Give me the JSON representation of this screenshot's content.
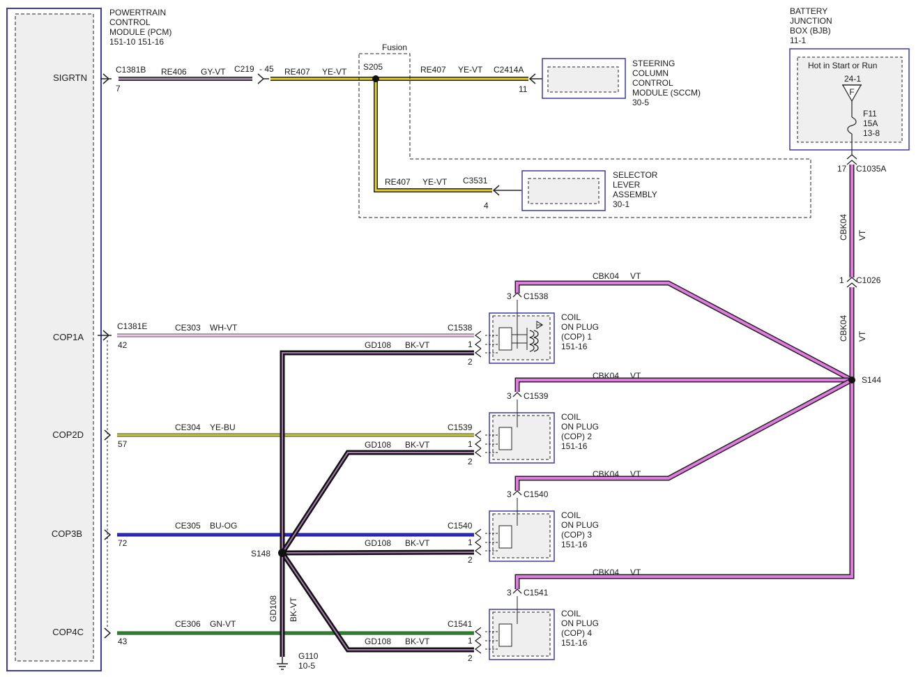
{
  "pcm": {
    "title_lines": [
      "POWERTRAIN",
      "CONTROL",
      "MODULE (PCM)",
      "151-10  151-16"
    ],
    "pins": {
      "sigrtn": {
        "name": "SIGRTN",
        "connector": "C1381B",
        "pin": "7"
      },
      "cop1a": {
        "name": "COP1A",
        "connector": "C1381E",
        "pin": "42"
      },
      "cop2d": {
        "name": "COP2D",
        "pin": "57"
      },
      "cop3b": {
        "name": "COP3B",
        "pin": "72"
      },
      "cop4c": {
        "name": "COP4C",
        "pin": "43"
      }
    }
  },
  "sigrtn_path": {
    "wire1_circuit": "RE406",
    "wire1_color": "GY-VT",
    "inline_connector": "C219",
    "inline_pin": "- 45",
    "wire2_circuit": "RE407",
    "wire2_color": "YE-VT",
    "fusion_label": "Fusion",
    "splice": "S205",
    "wire3_circuit": "RE407",
    "wire3_color": "YE-VT",
    "sccm_connector": "C2414A",
    "sccm_pin": "11",
    "wire4_circuit": "RE407",
    "wire4_color": "YE-VT",
    "sla_connector": "C3531",
    "sla_pin": "4"
  },
  "sccm": {
    "title_lines": [
      "STEERING",
      "COLUMN",
      "CONTROL",
      "MODULE (SCCM)",
      "30-5"
    ]
  },
  "selector": {
    "title_lines": [
      "SELECTOR",
      "LEVER",
      "ASSEMBLY",
      "30-1"
    ]
  },
  "bjb": {
    "title_lines": [
      "BATTERY",
      "JUNCTION",
      "BOX (BJB)",
      "11-1"
    ],
    "hot_label": "Hot in Start or Run",
    "bus_ref": "24-1",
    "bus_symbol": "F",
    "fuse_lines": [
      "F11",
      "15A",
      "13-8"
    ],
    "out_pin": "17",
    "out_connector": "C1035A"
  },
  "feed": {
    "circuit": "CBK04",
    "color": "VT",
    "inline_pin": "1",
    "inline_connector": "C1026",
    "circuit2": "CBK04",
    "color2": "VT",
    "splice": "S144"
  },
  "cops": [
    {
      "title_lines": [
        "COIL",
        "ON PLUG",
        "(COP) 1",
        "151-16"
      ],
      "connector": "C1538",
      "pin3": "3",
      "feed_circuit": "CBK04",
      "feed_color": "VT",
      "signal_circuit": "CE303",
      "signal_color": "WH-VT",
      "gnd_circuit": "GD108",
      "gnd_color": "BK-VT",
      "pin1": "1",
      "pin2": "2"
    },
    {
      "title_lines": [
        "COIL",
        "ON PLUG",
        "(COP) 2",
        "151-16"
      ],
      "connector": "C1539",
      "pin3": "3",
      "feed_circuit": "CBK04",
      "feed_color": "VT",
      "signal_circuit": "CE304",
      "signal_color": "YE-BU",
      "gnd_circuit": "GD108",
      "gnd_color": "BK-VT",
      "pin1": "1",
      "pin2": "2"
    },
    {
      "title_lines": [
        "COIL",
        "ON PLUG",
        "(COP) 3",
        "151-16"
      ],
      "connector": "C1540",
      "pin3": "3",
      "feed_circuit": "CBK04",
      "feed_color": "VT",
      "signal_circuit": "CE305",
      "signal_color": "BU-OG",
      "gnd_circuit": "GD108",
      "gnd_color": "BK-VT",
      "pin1": "1",
      "pin2": "2"
    },
    {
      "title_lines": [
        "COIL",
        "ON PLUG",
        "(COP) 4",
        "151-16"
      ],
      "connector": "C1541",
      "pin3": "3",
      "feed_circuit": "CBK04",
      "feed_color": "VT",
      "signal_circuit": "CE306",
      "signal_color": "GN-VT",
      "gnd_circuit": "GD108",
      "gnd_color": "BK-VT",
      "pin1": "1",
      "pin2": "2"
    }
  ],
  "ground": {
    "splice": "S148",
    "circuit": "GD108",
    "color": "BK-VT",
    "point": "G110",
    "ref": "10-5"
  },
  "colors": {
    "outline_blue": "#3a3aa8",
    "purple_wire": "#e07ae0",
    "yellow_wire": "#e8d020",
    "yellow_green_wire": "#c8cc30",
    "blue_wire": "#2a2ad0",
    "green_wire": "#2e8a2e",
    "gray_violet_wire": "#a48aa8",
    "white_violet_wire": "#f2c8f0"
  }
}
